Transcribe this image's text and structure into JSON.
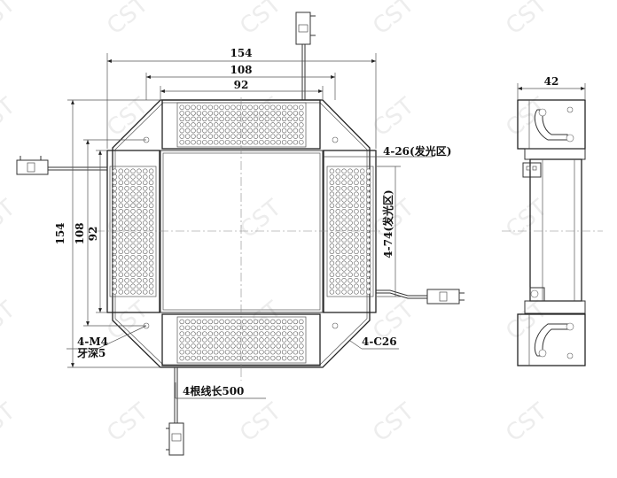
{
  "watermark": "CST",
  "dimensions": {
    "top_outer": "154",
    "top_middle": "108",
    "top_inner": "92",
    "left_outer": "154",
    "left_middle": "108",
    "left_inner": "92",
    "side_width": "42"
  },
  "annotations": {
    "emit_area_26": "4-26(发光区)",
    "emit_area_74": "4-74(发光区)",
    "mount_hole_line1": "4-M4",
    "mount_hole_line2": "牙深5",
    "chamfer": "4-C26",
    "cable": "4根线长500"
  },
  "colors": {
    "line": "#333333",
    "watermark": "#e6e6e6"
  }
}
